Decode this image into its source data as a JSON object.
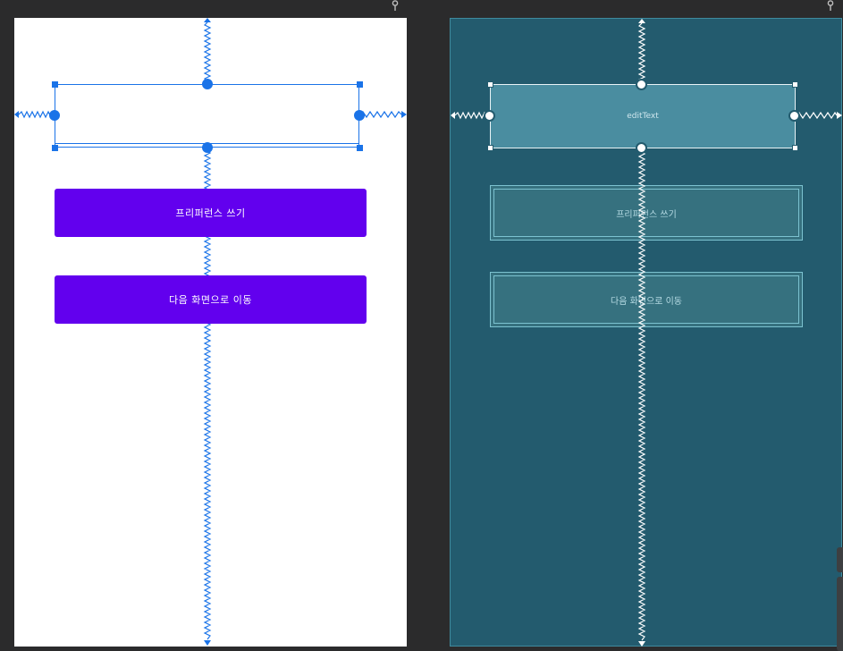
{
  "colors": {
    "canvas_bg": "#2b2b2c",
    "design_bg": "#ffffff",
    "blueprint_bg": "#235b6e",
    "button_purple": "#6200ee",
    "constraint_blue": "#1a73e8"
  },
  "design": {
    "button1_label": "프리퍼런스 쓰기",
    "button2_label": "다음 화면으로 이동"
  },
  "blueprint": {
    "edittext_label": "editText",
    "button1_label": "프리퍼런스 쓰기",
    "button2_label": "다음 화면으로 이동"
  },
  "icons": [
    "pin-icon",
    "constraint-spring-icon",
    "resize-handle-icon",
    "constraint-anchor-icon"
  ]
}
